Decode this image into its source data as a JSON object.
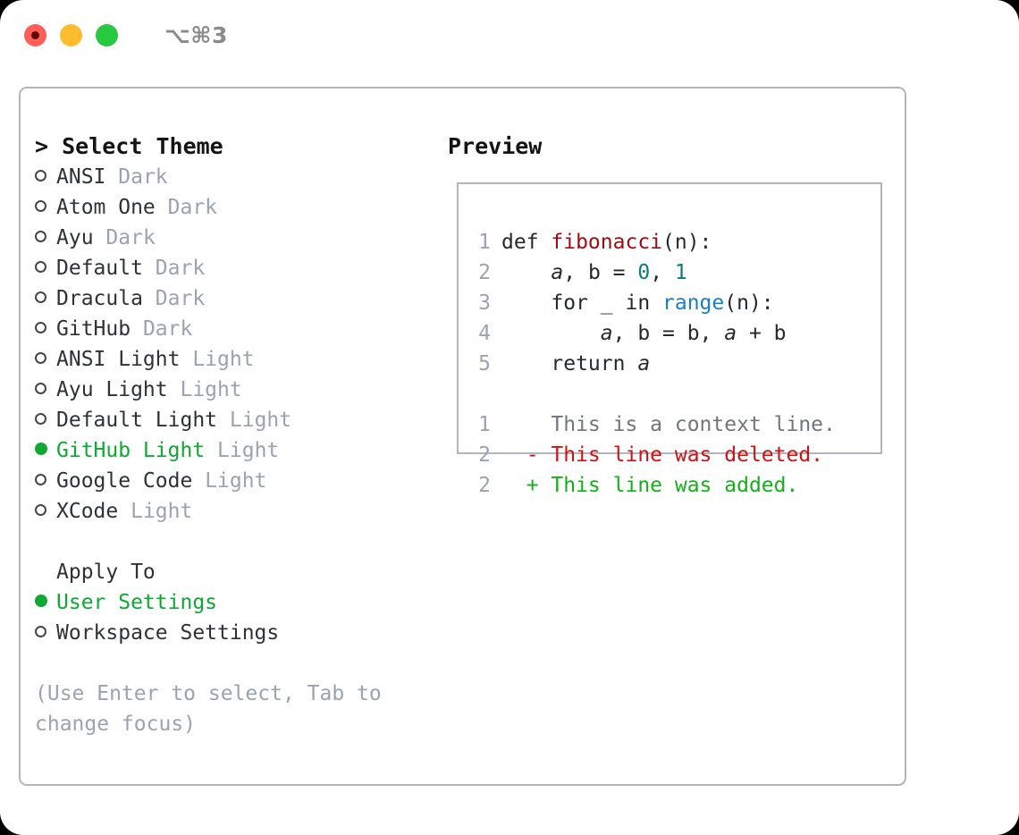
{
  "window": {
    "traffic_lights": [
      "close-red",
      "minimize-yellow",
      "maximize-green"
    ],
    "shortcut_label": "⌥⌘3",
    "colors": {
      "red": "#ff5f57",
      "yellow": "#febc2e",
      "green": "#28c840",
      "accent_green": "#0ea832",
      "border": "#aeb6c2",
      "muted": "#9aa3b1"
    }
  },
  "theme_picker": {
    "header": "> Select Theme",
    "selected_theme": "GitHub Light",
    "items": [
      {
        "marker": "ring",
        "name": "ANSI",
        "tag": "Dark",
        "selected": false
      },
      {
        "marker": "ring",
        "name": "Atom One",
        "tag": "Dark",
        "selected": false
      },
      {
        "marker": "ring",
        "name": "Ayu",
        "tag": "Dark",
        "selected": false
      },
      {
        "marker": "ring",
        "name": "Default",
        "tag": "Dark",
        "selected": false
      },
      {
        "marker": "ring",
        "name": "Dracula",
        "tag": "Dark",
        "selected": false
      },
      {
        "marker": "ring",
        "name": "GitHub",
        "tag": "Dark",
        "selected": false
      },
      {
        "marker": "ring",
        "name": "ANSI Light",
        "tag": "Light",
        "selected": false
      },
      {
        "marker": "ring",
        "name": "Ayu Light",
        "tag": "Light",
        "selected": false
      },
      {
        "marker": "ring",
        "name": "Default Light",
        "tag": "Light",
        "selected": false
      },
      {
        "marker": "dot",
        "name": "GitHub Light",
        "tag": "Light",
        "selected": true
      },
      {
        "marker": "ring",
        "name": "Google Code",
        "tag": "Light",
        "selected": false
      },
      {
        "marker": "ring",
        "name": "XCode",
        "tag": "Light",
        "selected": false
      }
    ]
  },
  "apply_to": {
    "header": "Apply To",
    "selected": "User Settings",
    "options": [
      {
        "marker": "dot",
        "name": "User Settings",
        "selected": true
      },
      {
        "marker": "ring",
        "name": "Workspace Settings",
        "selected": false
      }
    ]
  },
  "hint": "(Use Enter to select, Tab to change focus)",
  "preview": {
    "header": "Preview",
    "code_lines": [
      {
        "no": "1",
        "tokens": [
          {
            "t": "def ",
            "c": "plain"
          },
          {
            "t": "fibonacci",
            "c": "func"
          },
          {
            "t": "(n):",
            "c": "plain"
          }
        ]
      },
      {
        "no": "2",
        "tokens": [
          {
            "t": "    ",
            "c": "plain"
          },
          {
            "t": "a",
            "c": "var"
          },
          {
            "t": ", b = ",
            "c": "plain"
          },
          {
            "t": "0",
            "c": "num"
          },
          {
            "t": ", ",
            "c": "plain"
          },
          {
            "t": "1",
            "c": "num"
          }
        ]
      },
      {
        "no": "3",
        "tokens": [
          {
            "t": "    for _ in ",
            "c": "plain"
          },
          {
            "t": "range",
            "c": "call"
          },
          {
            "t": "(n):",
            "c": "plain"
          }
        ]
      },
      {
        "no": "4",
        "tokens": [
          {
            "t": "        ",
            "c": "plain"
          },
          {
            "t": "a",
            "c": "var"
          },
          {
            "t": ", b = b, ",
            "c": "plain"
          },
          {
            "t": "a",
            "c": "var"
          },
          {
            "t": " + b",
            "c": "plain"
          }
        ]
      },
      {
        "no": "5",
        "tokens": [
          {
            "t": "    return ",
            "c": "plain"
          },
          {
            "t": "a",
            "c": "var"
          }
        ]
      }
    ],
    "diff_lines": [
      {
        "no": "1",
        "sign": " ",
        "text": "This is a context line.",
        "kind": "ctx"
      },
      {
        "no": "2",
        "sign": "-",
        "text": "This line was deleted.",
        "kind": "del"
      },
      {
        "no": "2",
        "sign": "+",
        "text": "This line was added.",
        "kind": "add"
      }
    ]
  }
}
